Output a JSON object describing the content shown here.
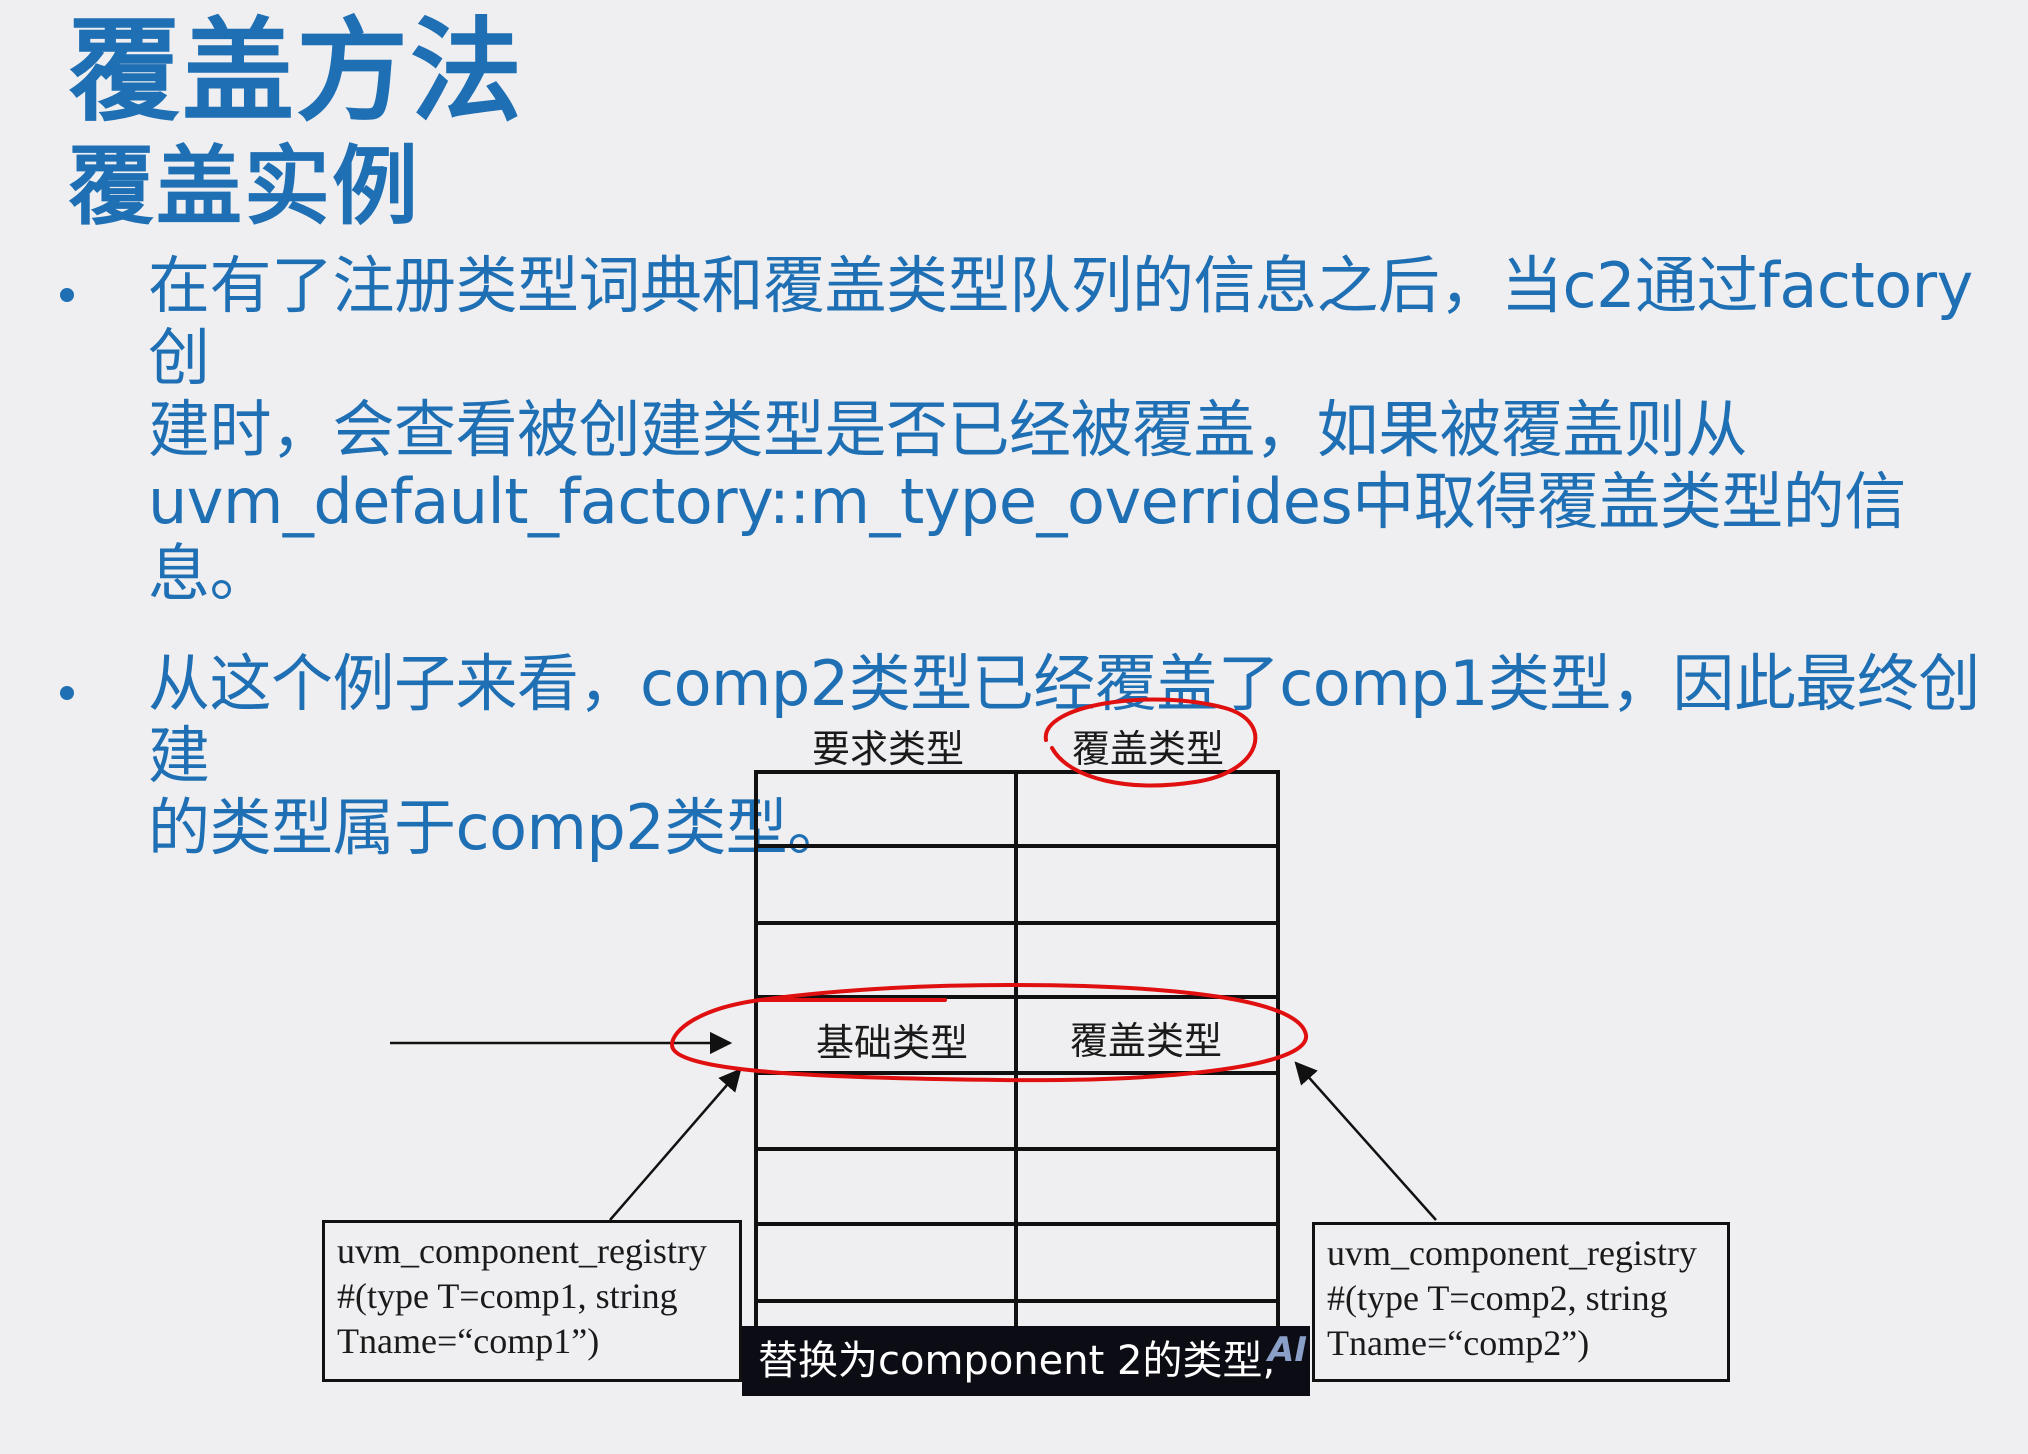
{
  "slide": {
    "title": "覆盖方法",
    "subtitle": "覆盖实例",
    "bullets": [
      "在有了注册类型词典和覆盖类型队列的信息之后，当c2通过factory创\n建时，会查看被创建类型是否已经被覆盖，如果被覆盖则从\nuvm_default_factory::m_type_overrides中取得覆盖类型的信息。",
      "从这个例子来看，comp2类型已经覆盖了comp1类型，因此最终创建\n的类型属于comp2类型。"
    ]
  },
  "diagram": {
    "col_header_left": "要求类型",
    "col_header_right": "覆盖类型",
    "row_left": "基础类型",
    "row_right": "覆盖类型",
    "left_box": [
      "uvm_component_registry",
      "#(type T=comp1, string",
      "Tname=“comp1”)"
    ],
    "right_box": [
      "uvm_component_registry",
      "#(type T=comp2, string",
      "Tname=“comp2”)"
    ]
  },
  "video_caption": "替换为component 2的类型,",
  "watermark": "AI",
  "colors": {
    "accent": "#1f6fb4",
    "annotation": "#e01010",
    "background": "#efeff1"
  }
}
